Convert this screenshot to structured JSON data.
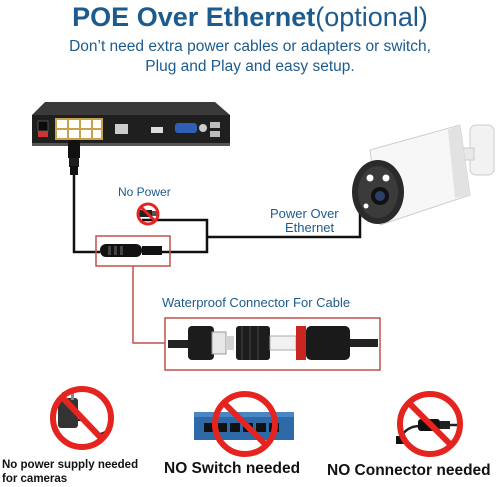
{
  "header": {
    "title_main": "POE Over Ethernet",
    "title_optional": "(optional)",
    "subtitle_line1": "Don’t need extra power cables or adapters or switch,",
    "subtitle_line2": "Plug and Play and easy setup."
  },
  "labels": {
    "no_power": "No Power",
    "poe_line1": "Power Over",
    "poe_line2": "Ethernet",
    "waterproof": "Waterproof Connector For Cable"
  },
  "captions": {
    "power_supply_line1": "No power supply needed",
    "power_supply_line2": "for cameras",
    "switch": "NO Switch needed",
    "connector": "NO Connector needed"
  },
  "colors": {
    "title_blue": "#1d5b8e",
    "prohibited_red": "#e52420",
    "frame_red": "#c0504d"
  },
  "icons": [
    "nvr-recorder-icon",
    "bullet-camera-icon",
    "power-adapter-icon",
    "network-switch-icon",
    "poe-splitter-icon",
    "prohibited-sign-icon"
  ]
}
